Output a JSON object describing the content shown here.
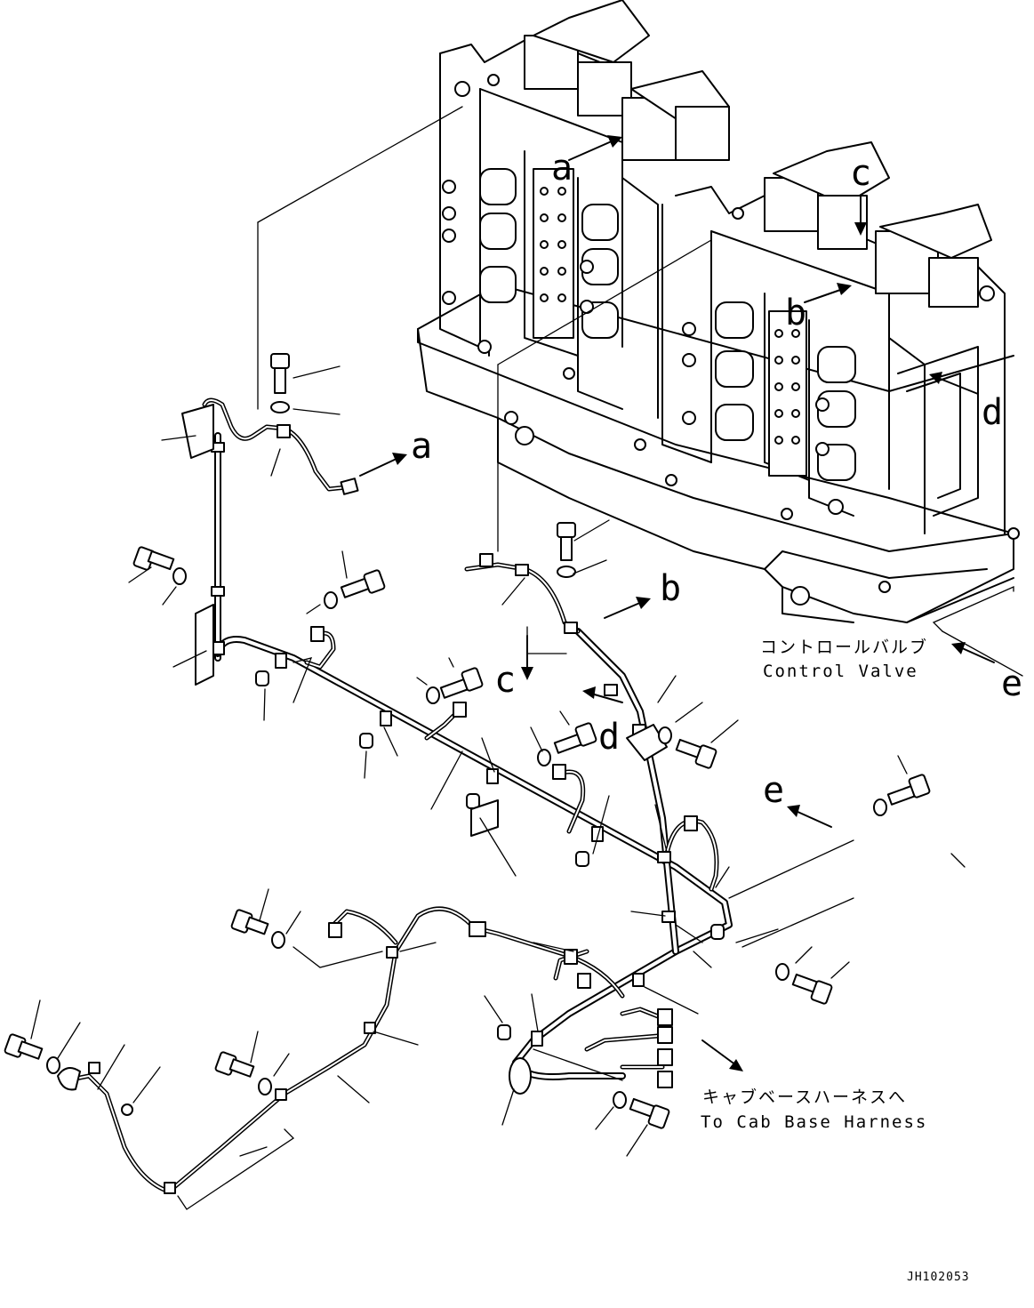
{
  "labels": {
    "ref_a": "a",
    "ref_b": "b",
    "ref_c": "c",
    "ref_d": "d",
    "ref_e": "e"
  },
  "captions": {
    "control_valve_jp": "コントロールバルブ",
    "control_valve_en": "Control Valve",
    "cab_harness_jp": "キャブベースハーネスへ",
    "cab_harness_en": "To Cab Base Harness"
  },
  "drawing_code": "JH102053"
}
